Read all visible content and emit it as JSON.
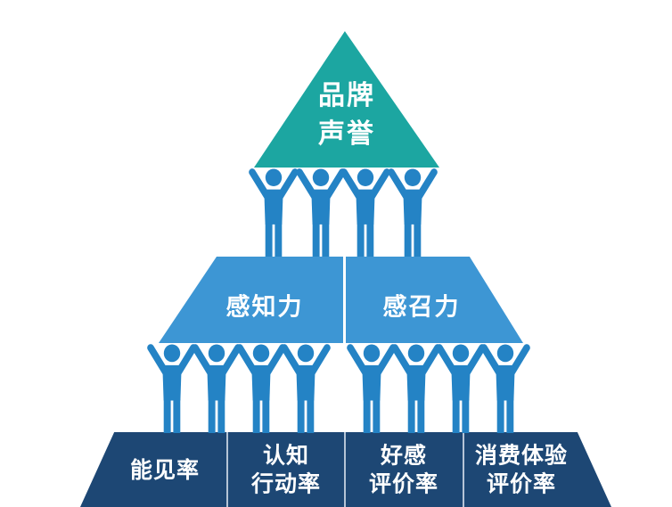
{
  "diagram": {
    "type": "pyramid-infographic",
    "top": {
      "lines": [
        "品牌",
        "声誉"
      ]
    },
    "middle": {
      "cells": [
        {
          "label": "感知力"
        },
        {
          "label": "感召力"
        }
      ]
    },
    "bottom": {
      "cells": [
        {
          "line1": "能见率",
          "line2": ""
        },
        {
          "line1": "认知",
          "line2": "行动率"
        },
        {
          "line1": "好感",
          "line2": "评价率"
        },
        {
          "line1": "消费体验",
          "line2": "评价率"
        }
      ]
    },
    "figures": {
      "icon": "cheering-person-icon",
      "upper_row_count": 4,
      "lower_row_count": 8
    },
    "colors": {
      "top_teal": "#1CA6A1",
      "middle_blue": "#3D96D4",
      "bottom_navy": "#1D4774",
      "figure_blue": "#2483C5",
      "divider_white": "#FFFFFF"
    }
  }
}
